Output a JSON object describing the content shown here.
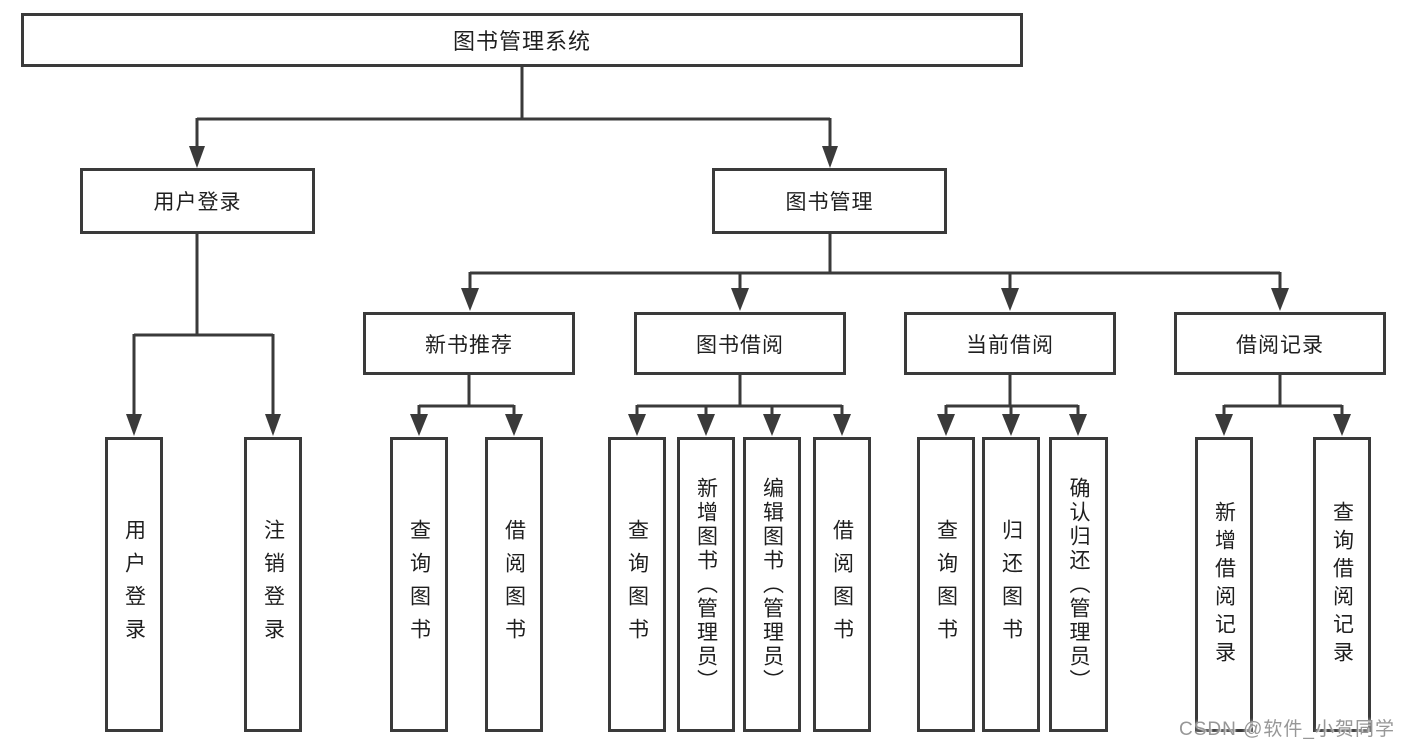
{
  "diagram": {
    "root_label": "图书管理系统",
    "level2": {
      "left": "用户登录",
      "right": "图书管理"
    },
    "login_children": [
      "用户登录",
      "注销登录"
    ],
    "groups": [
      {
        "label": "新书推荐",
        "children": [
          "查询图书",
          "借阅图书"
        ]
      },
      {
        "label": "图书借阅",
        "children": [
          "查询图书",
          "新增图书（管理员）",
          "编辑图书（管理员）",
          "借阅图书"
        ]
      },
      {
        "label": "当前借阅",
        "children": [
          "查询图书",
          "归还图书",
          "确认归还（管理员）"
        ]
      },
      {
        "label": "借阅记录",
        "children": [
          "新增借阅记录",
          "查询借阅记录"
        ]
      }
    ],
    "watermark": "CSDN @软件_小贺同学",
    "colors": {
      "line": "#3a3a3a",
      "text": "#1f1f1f",
      "background": "#ffffff",
      "watermark": "#979797"
    }
  }
}
